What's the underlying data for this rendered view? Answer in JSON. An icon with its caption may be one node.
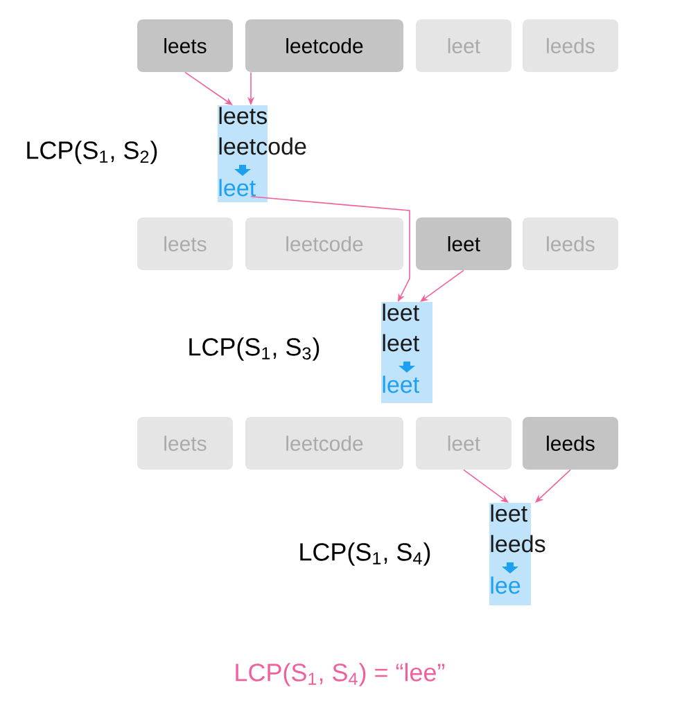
{
  "diagram": {
    "nodes": [
      {
        "text": [
          "leets"
        ]
      },
      {
        "text": [
          "leetcode"
        ]
      },
      {
        "text": [
          "leet"
        ]
      },
      {
        "text": [
          "leeds"
        ]
      },
      {
        "text": [
          "leets",
          "leetcode",
          "leet"
        ]
      },
      {
        "text": [
          "leets"
        ]
      },
      {
        "text": [
          "leetcode"
        ]
      },
      {
        "text": [
          "leet"
        ]
      },
      {
        "text": [
          "leeds"
        ]
      },
      {
        "text": [
          "leet",
          "leet",
          "leet"
        ]
      },
      {
        "text": [
          "leets"
        ]
      },
      {
        "text": [
          "leetcode"
        ]
      },
      {
        "text": [
          "leet"
        ]
      },
      {
        "text": [
          "leeds"
        ]
      },
      {
        "text": [
          "leet",
          "leeds",
          "lee"
        ]
      }
    ],
    "edges": [
      {
        "from": 0,
        "to": 4,
        "arrow": "to"
      },
      {
        "from": 1,
        "to": 4,
        "arrow": "to"
      },
      {
        "from": 4,
        "to": 9,
        "arrow": "to"
      },
      {
        "from": 7,
        "to": 9,
        "arrow": "to"
      },
      {
        "from": 12,
        "to": 14,
        "arrow": "to"
      },
      {
        "from": 13,
        "to": 14,
        "arrow": "to"
      }
    ],
    "labels": [
      "LCP(S$_{1}$, S$_{2}$)",
      "LCP(S$_{1}$, S$_{3}$)",
      "LCP(S$_{1}$, S$_{4}$)",
      "LCP(S$_{1}$, S$_{4}$)  = “lee”"
    ]
  }
}
